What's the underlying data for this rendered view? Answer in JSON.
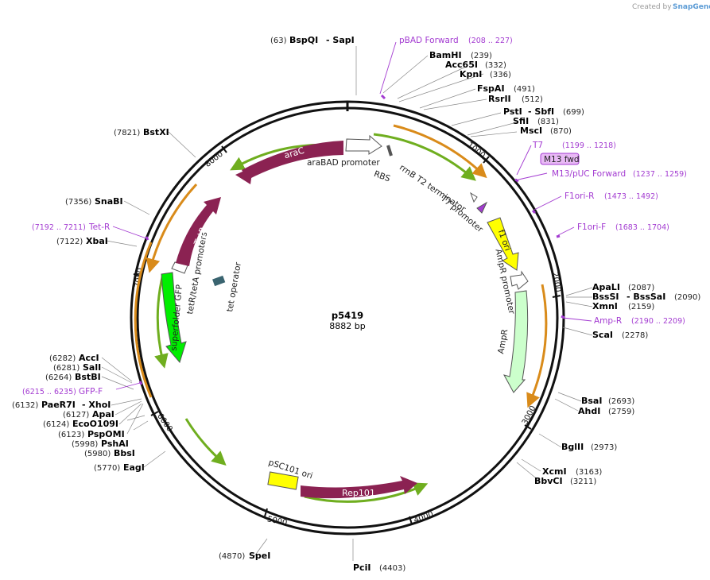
{
  "credit": {
    "created_by": "Created by",
    "brand": "SnapGene"
  },
  "plasmid": {
    "name": "p5419",
    "length_label": "8882 bp",
    "length": 8882
  },
  "ticks": [
    "1000",
    "2000",
    "3000",
    "4000",
    "5000",
    "6000",
    "7000",
    "8000"
  ],
  "features": {
    "araC": "araC",
    "tetR": "TetR",
    "rep101": "Rep101",
    "f1ori": "f1 ori",
    "ampR": "AmpR",
    "sfgfp": "superfolder GFP",
    "araBAD_promoter": "araBAD promoter",
    "rbs": "RBS",
    "rrnB": "rrnB T2 terminator",
    "t7promoter": "T7 promoter",
    "ampR_promoter": "AmpR promoter",
    "tet_promoters": "tetR/tetA promoters",
    "tet_operator": "tet operator",
    "psc101": "pSC101 ori"
  },
  "sites": [
    {
      "pos": "(63)",
      "name": "BspQI",
      "name2": "- SapI"
    },
    {
      "pos": "(239)",
      "name": "BamHI"
    },
    {
      "pos": "(332)",
      "name": "Acc65I"
    },
    {
      "pos": "(336)",
      "name": "KpnI"
    },
    {
      "pos": "(491)",
      "name": "FspAI"
    },
    {
      "pos": "(512)",
      "name": "RsrII"
    },
    {
      "pos": "(699)",
      "name": "PstI",
      "name2": "- SbfI"
    },
    {
      "pos": "(831)",
      "name": "SfiI"
    },
    {
      "pos": "(870)",
      "name": "MscI"
    },
    {
      "pos": "(2087)",
      "name": "ApaLI"
    },
    {
      "pos": "(2090)",
      "name": "BssSI",
      "name2": "- BssSaI"
    },
    {
      "pos": "(2159)",
      "name": "XmnI"
    },
    {
      "pos": "(2278)",
      "name": "ScaI"
    },
    {
      "pos": "(2693)",
      "name": "BsaI"
    },
    {
      "pos": "(2759)",
      "name": "AhdI"
    },
    {
      "pos": "(2973)",
      "name": "BglII"
    },
    {
      "pos": "(3163)",
      "name": "XcmI"
    },
    {
      "pos": "(3211)",
      "name": "BbvCI"
    },
    {
      "pos": "(4403)",
      "name": "PciI"
    },
    {
      "pos": "(4870)",
      "name": "SpeI"
    },
    {
      "pos": "(5770)",
      "name": "EagI"
    },
    {
      "pos": "(5980)",
      "name": "BbsI"
    },
    {
      "pos": "(5998)",
      "name": "PshAI"
    },
    {
      "pos": "(6123)",
      "name": "PspOMI"
    },
    {
      "pos": "(6124)",
      "name": "EcoO109I"
    },
    {
      "pos": "(6127)",
      "name": "ApaI"
    },
    {
      "pos": "(6132)",
      "name": "PaeR7I",
      "name2": "- XhoI"
    },
    {
      "pos": "(6264)",
      "name": "BstBI"
    },
    {
      "pos": "(6281)",
      "name": "SalI"
    },
    {
      "pos": "(6282)",
      "name": "AccI"
    },
    {
      "pos": "(7122)",
      "name": "XbaI"
    },
    {
      "pos": "(7356)",
      "name": "SnaBI"
    },
    {
      "pos": "(7821)",
      "name": "BstXI"
    }
  ],
  "primers": [
    {
      "name": "pBAD Forward",
      "range": "(208 .. 227)"
    },
    {
      "name": "T7",
      "range": "(1199 .. 1218)"
    },
    {
      "name": "M13 fwd",
      "range": ""
    },
    {
      "name": "M13/pUC Forward",
      "range": "(1237 .. 1259)"
    },
    {
      "name": "F1ori-R",
      "range": "(1473 .. 1492)"
    },
    {
      "name": "F1ori-F",
      "range": "(1683 .. 1704)"
    },
    {
      "name": "Amp-R",
      "range": "(2190 .. 2209)"
    },
    {
      "name": "GFP-F",
      "range": "(6215 .. 6235)"
    },
    {
      "name": "Tet-R",
      "range": "(7192 .. 7211)"
    }
  ],
  "colors": {
    "araC": "#8b2252",
    "tetR": "#8b2252",
    "rep101": "#8b2252",
    "f1ori": "#ffff00",
    "ampR": "#ccffcc",
    "sfgfp": "#00ee00",
    "primer": "#a33bd1",
    "orf_green": "#6fae1f",
    "orf_orange": "#d98b1a",
    "psc101": "#ffff00",
    "tet_operator": "#3a6470"
  }
}
